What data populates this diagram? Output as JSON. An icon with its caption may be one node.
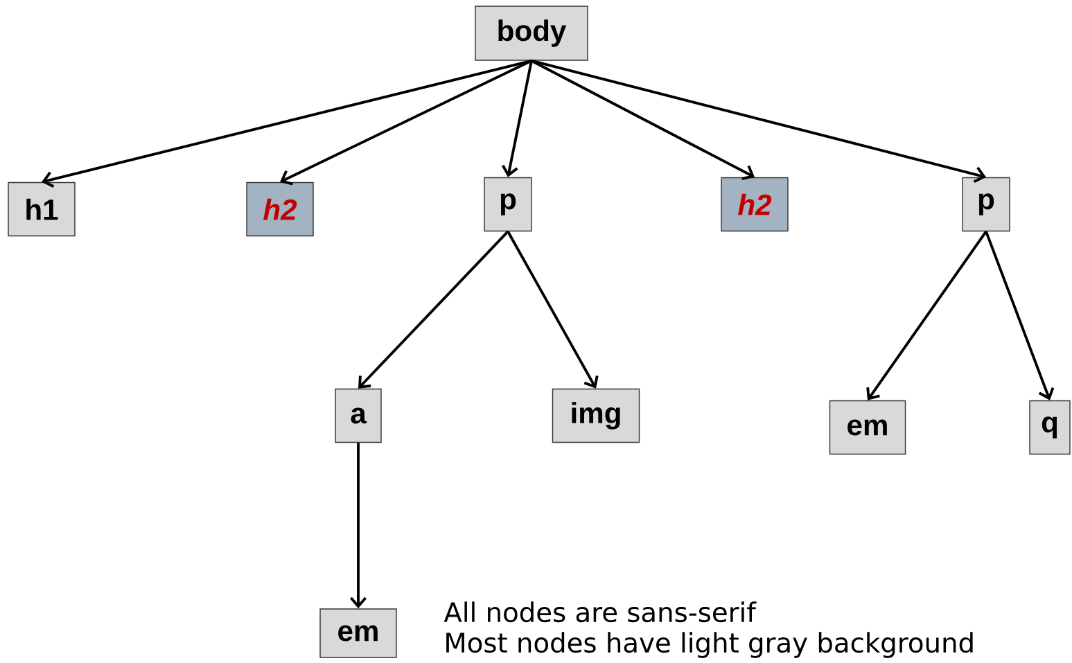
{
  "diagram": {
    "nodes": [
      {
        "text": [
          "body"
        ]
      },
      {
        "text": [
          "h1"
        ]
      },
      {
        "text": [
          "h2"
        ]
      },
      {
        "text": [
          "p"
        ]
      },
      {
        "text": [
          "h2"
        ]
      },
      {
        "text": [
          "p"
        ]
      },
      {
        "text": [
          "a"
        ]
      },
      {
        "text": [
          "img"
        ]
      },
      {
        "text": [
          "em"
        ]
      },
      {
        "text": [
          "q"
        ]
      },
      {
        "text": [
          "em"
        ]
      }
    ],
    "edges": [
      {
        "from": 0,
        "to": 1,
        "arrow": "to"
      },
      {
        "from": 0,
        "to": 2,
        "arrow": "to"
      },
      {
        "from": 0,
        "to": 3,
        "arrow": "to"
      },
      {
        "from": 0,
        "to": 4,
        "arrow": "to"
      },
      {
        "from": 0,
        "to": 5,
        "arrow": "to"
      },
      {
        "from": 3,
        "to": 6,
        "arrow": "to"
      },
      {
        "from": 3,
        "to": 7,
        "arrow": "to"
      },
      {
        "from": 5,
        "to": 8,
        "arrow": "to"
      },
      {
        "from": 5,
        "to": 9,
        "arrow": "to"
      },
      {
        "from": 6,
        "to": 10,
        "arrow": "to"
      }
    ],
    "labels": [
      "All nodes are sans-serif",
      "Most nodes have light gray background"
    ]
  }
}
